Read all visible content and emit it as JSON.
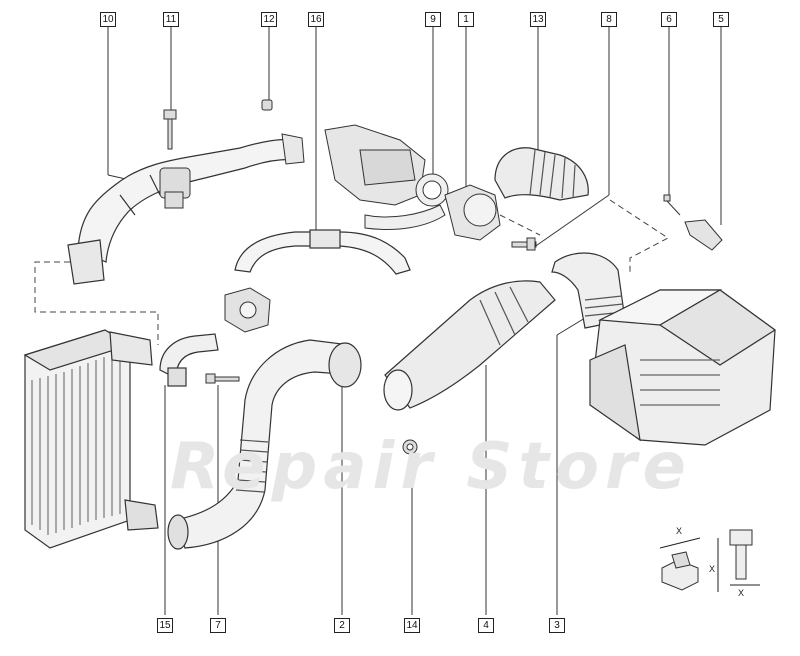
{
  "callouts": [
    {
      "id": "c10",
      "label": "10"
    },
    {
      "id": "c11",
      "label": "11"
    },
    {
      "id": "c12",
      "label": "12"
    },
    {
      "id": "c16",
      "label": "16"
    },
    {
      "id": "c9",
      "label": "9"
    },
    {
      "id": "c1",
      "label": "1"
    },
    {
      "id": "c13",
      "label": "13"
    },
    {
      "id": "c8",
      "label": "8"
    },
    {
      "id": "c6",
      "label": "6"
    },
    {
      "id": "c5",
      "label": "5"
    },
    {
      "id": "c15",
      "label": "15"
    },
    {
      "id": "c7",
      "label": "7"
    },
    {
      "id": "c2",
      "label": "2"
    },
    {
      "id": "c14",
      "label": "14"
    },
    {
      "id": "c4",
      "label": "4"
    },
    {
      "id": "c3",
      "label": "3"
    }
  ],
  "watermark": "Repair Store",
  "torque_marks": [
    "X",
    "X",
    "X"
  ]
}
